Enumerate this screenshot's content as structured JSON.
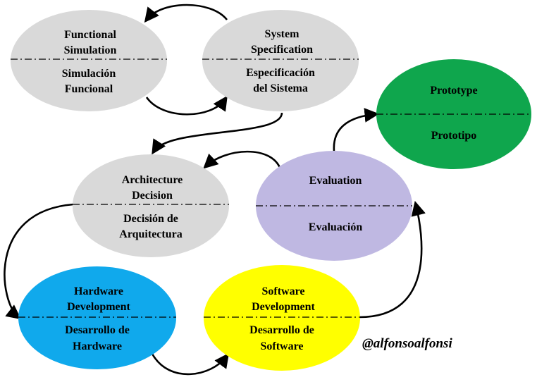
{
  "colors": {
    "grey": "#d9d9d9",
    "purple": "#bfb8e2",
    "green": "#0fa64d",
    "blue": "#10a9ec",
    "yellow": "#ffff00"
  },
  "nodes": {
    "functional_simulation": {
      "en": [
        "Functional",
        "Simulation"
      ],
      "es": [
        "Simulación",
        "Funcional"
      ]
    },
    "system_specification": {
      "en": [
        "System",
        "Specification"
      ],
      "es": [
        "Especificación",
        "del Sistema"
      ]
    },
    "prototype": {
      "en": [
        "Prototype"
      ],
      "es": [
        "Prototipo"
      ]
    },
    "architecture_decision": {
      "en": [
        "Architecture",
        "Decision"
      ],
      "es": [
        "Decisión de",
        "Arquitectura"
      ]
    },
    "evaluation": {
      "en": [
        "Evaluation"
      ],
      "es": [
        "Evaluación"
      ]
    },
    "hardware_development": {
      "en": [
        "Hardware",
        "Development"
      ],
      "es": [
        "Desarrollo de",
        "Hardware"
      ]
    },
    "software_development": {
      "en": [
        "Software",
        "Development"
      ],
      "es": [
        "Desarrollo de",
        "Software"
      ]
    }
  },
  "edges": [
    {
      "from": "system_specification",
      "to": "functional_simulation"
    },
    {
      "from": "functional_simulation",
      "to": "system_specification"
    },
    {
      "from": "system_specification",
      "to": "architecture_decision"
    },
    {
      "from": "architecture_decision",
      "to": "hardware_development"
    },
    {
      "from": "hardware_development",
      "to": "software_development"
    },
    {
      "from": "software_development",
      "to": "evaluation"
    },
    {
      "from": "evaluation",
      "to": "architecture_decision"
    },
    {
      "from": "evaluation",
      "to": "prototype"
    }
  ],
  "watermark": "@alfonsoalfonsi"
}
